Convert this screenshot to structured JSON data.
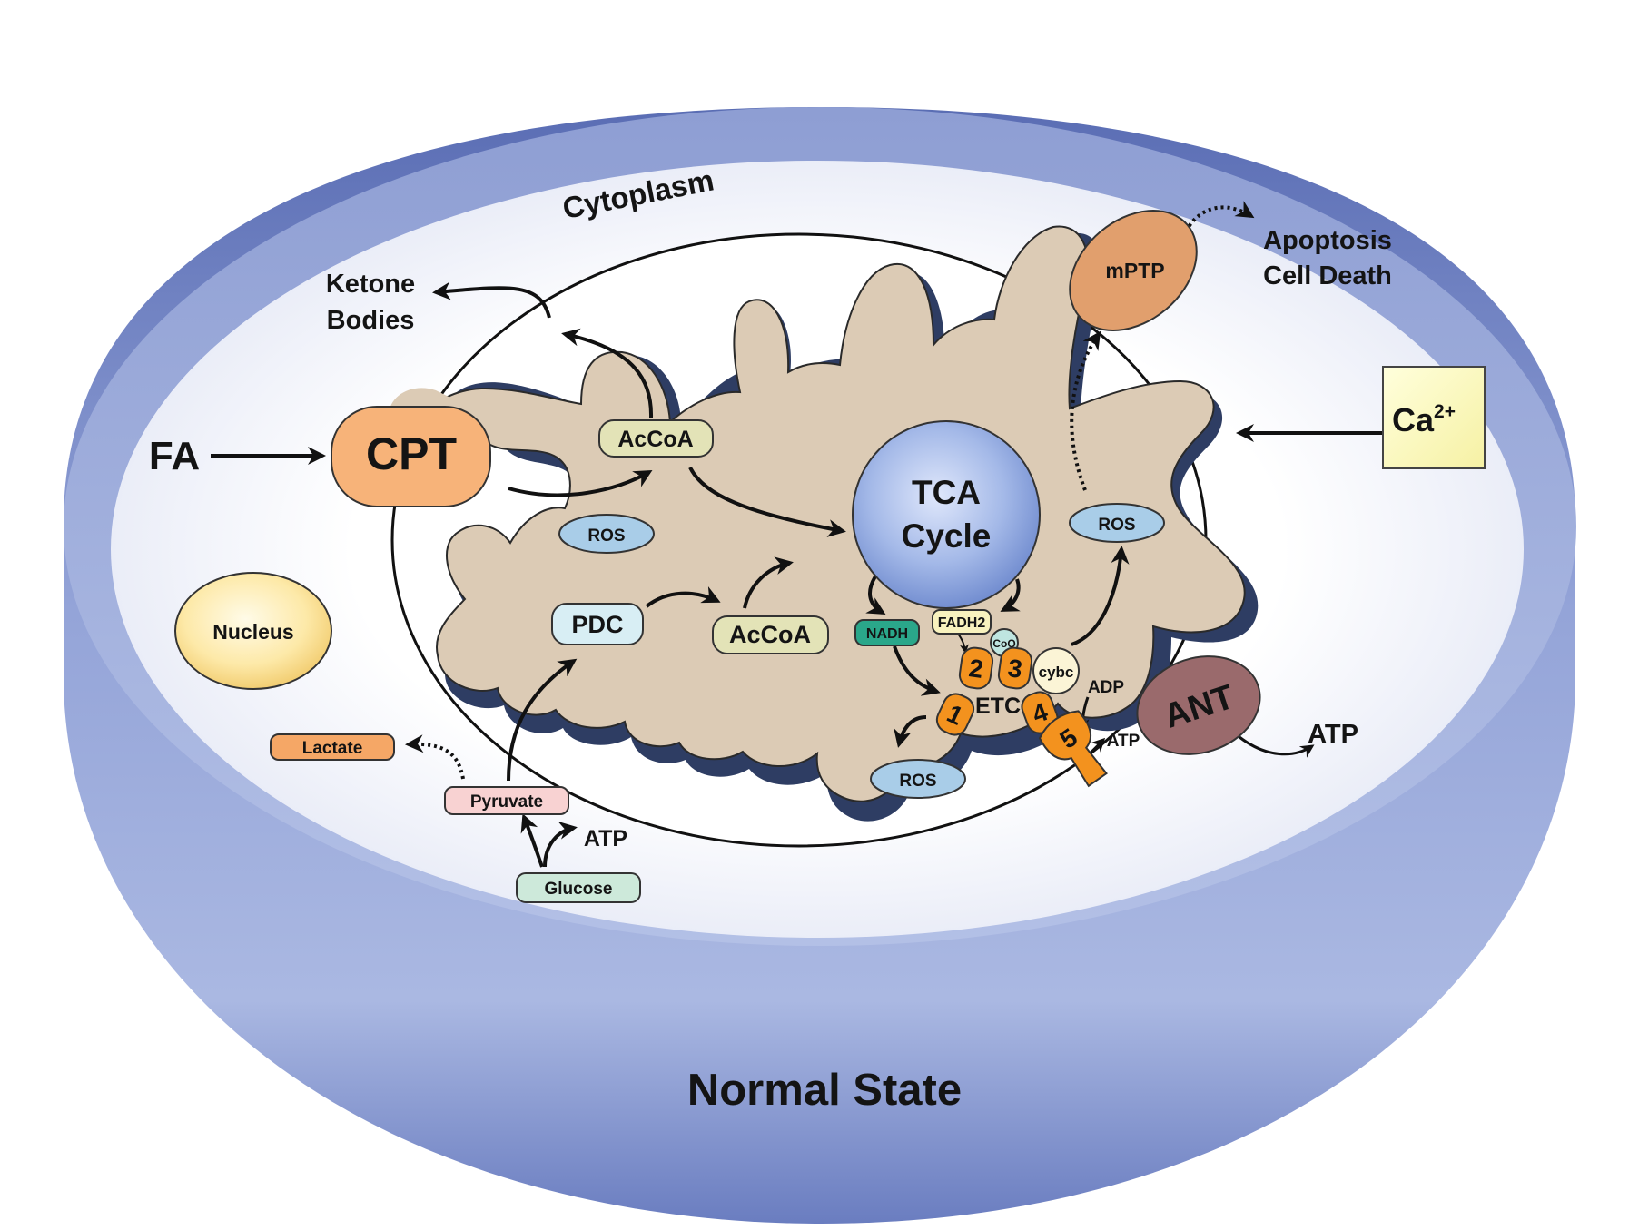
{
  "title": "Normal State",
  "compartments": {
    "cytoplasm": "Cytoplasm",
    "nucleus": "Nucleus"
  },
  "nodes": {
    "fa": "FA",
    "cpt": "CPT",
    "ketone_line1": "Ketone",
    "ketone_line2": "Bodies",
    "accoa_top": "AcCoA",
    "accoa_mid": "AcCoA",
    "ros_left": "ROS",
    "ros_right": "ROS",
    "ros_bottom": "ROS",
    "tca_line1": "TCA",
    "tca_line2": "Cycle",
    "mptp": "mPTP",
    "apoptosis_line1": "Apoptosis",
    "apoptosis_line2": "Cell Death",
    "ca_base": "Ca",
    "ca_sup": "2+",
    "pdc": "PDC",
    "nadh": "NADH",
    "fadh2": "FADH2",
    "coq": "CoQ",
    "cybc": "cybc",
    "etc": "ETC",
    "adp": "ADP",
    "atp_etc": "ATP",
    "ant": "ANT",
    "atp_ant": "ATP",
    "lactate": "Lactate",
    "pyruvate": "Pyruvate",
    "glucose": "Glucose",
    "atp_glycolysis": "ATP"
  },
  "etc_complexes": [
    "1",
    "2",
    "3",
    "4",
    "5"
  ],
  "colors": {
    "cell_rim": "#7c8cc8",
    "cell_inner": "#eef0f8",
    "mito_fill": "#dccbb5",
    "mito_shadow": "#2e3d63",
    "cpt_fill": "#f7b379",
    "tca_fill": "#7f9ad6",
    "ros_fill": "#a9cde8",
    "ant_fill": "#9a6a6c",
    "mptp_fill": "#e19f6d",
    "ca_fill": "#ffffc2",
    "complex_fill": "#f3921e",
    "nadh_fill": "#2aa78a",
    "lactate_fill": "#f5a766",
    "pyruvate_fill": "#f8d2d2",
    "glucose_fill": "#cde9da",
    "accoa_fill": "#e3e3b7",
    "pdc_fill": "#d8eef4"
  }
}
